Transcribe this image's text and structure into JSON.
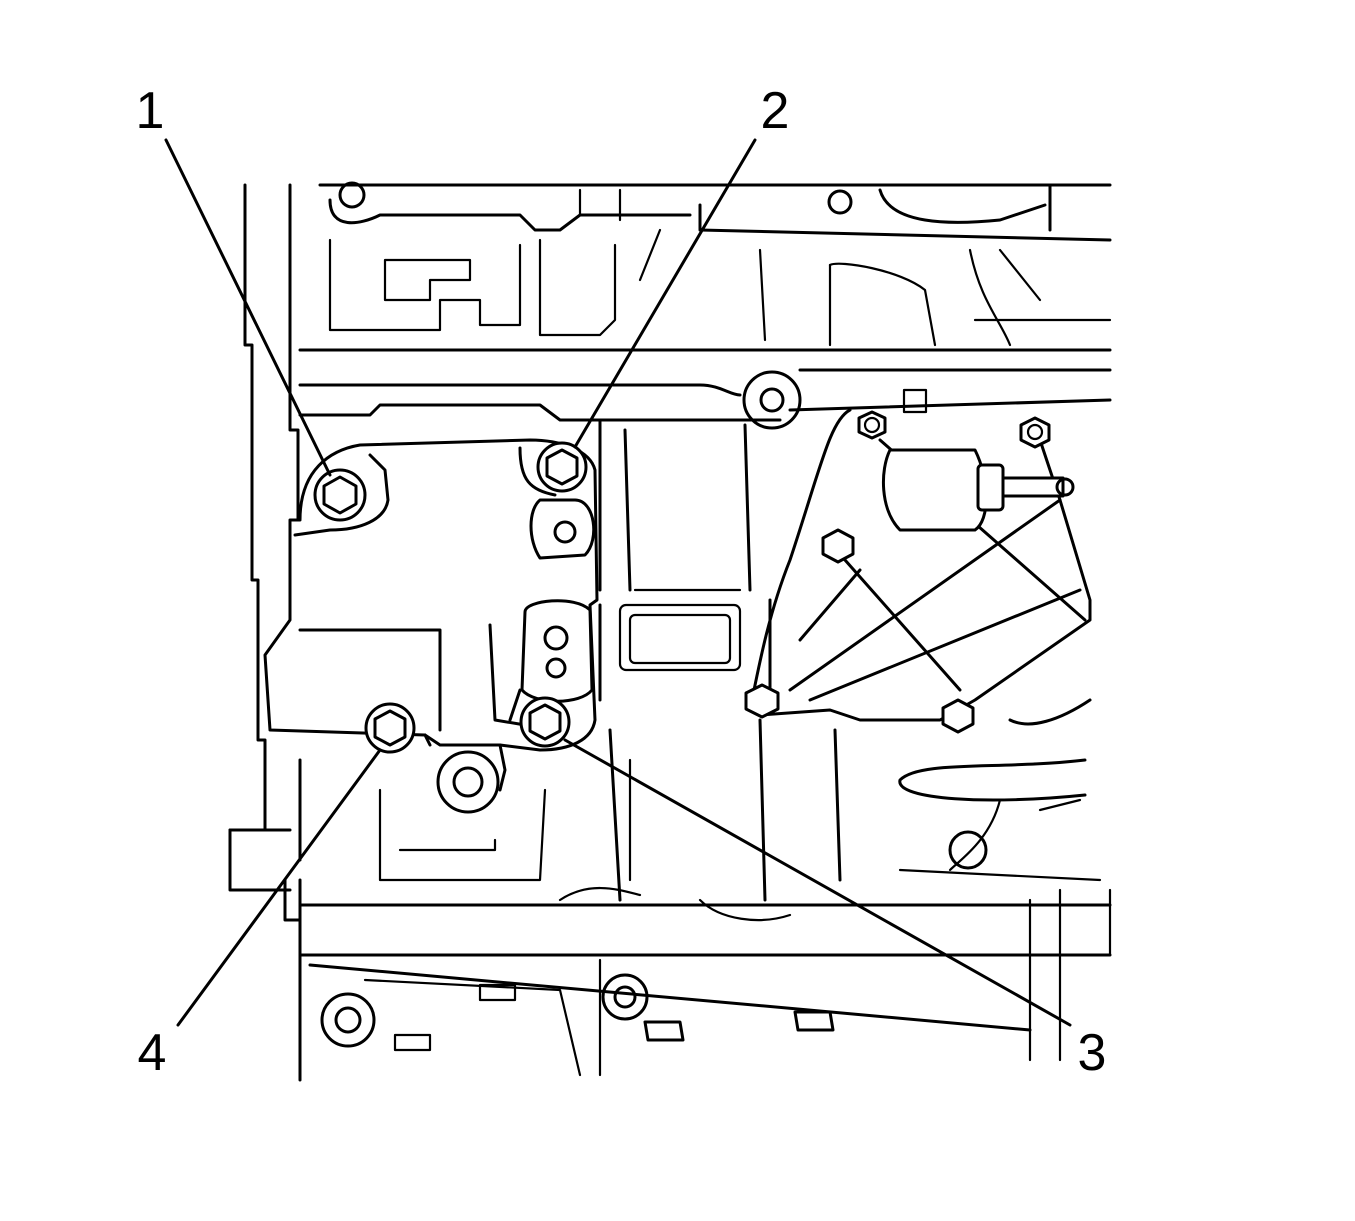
{
  "callouts": [
    {
      "id": "1",
      "label": "1"
    },
    {
      "id": "2",
      "label": "2"
    },
    {
      "id": "3",
      "label": "3"
    },
    {
      "id": "4",
      "label": "4"
    }
  ],
  "colors": {
    "line": "#000000",
    "background": "#ffffff"
  }
}
